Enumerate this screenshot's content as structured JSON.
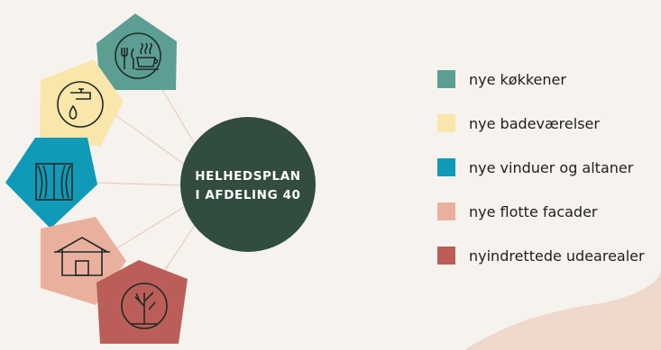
{
  "hub": {
    "line1": "HELHEDSPLAN",
    "line2": "I AFDELING 40",
    "color": "#324c3f"
  },
  "pentagons": [
    {
      "icon": "kitchen-utensils-icon",
      "color": "#5c9e93"
    },
    {
      "icon": "water-tap-icon",
      "color": "#f9e6aa"
    },
    {
      "icon": "window-curtains-icon",
      "color": "#0f9ab8"
    },
    {
      "icon": "house-facade-icon",
      "color": "#e9b09e"
    },
    {
      "icon": "tree-outdoor-icon",
      "color": "#bb5e59"
    }
  ],
  "legend": [
    {
      "label": "nye køkkener",
      "color": "#5c9e93"
    },
    {
      "label": "nye badeværelser",
      "color": "#f9e6aa"
    },
    {
      "label": "nye vinduer og altaner",
      "color": "#0f9ab8"
    },
    {
      "label": "nye flotte facader",
      "color": "#e9b09e"
    },
    {
      "label": "nyindrettede udearealer",
      "color": "#bb5e59"
    }
  ],
  "connector_color": "#eccbc0",
  "blob_color": "#efd9cd"
}
